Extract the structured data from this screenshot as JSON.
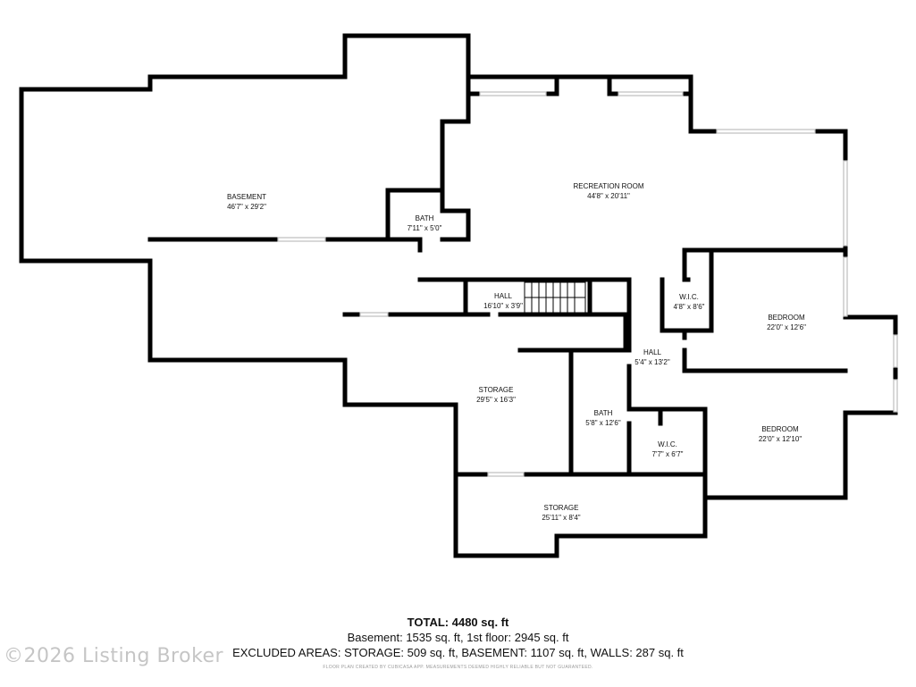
{
  "rooms": [
    {
      "id": "basement",
      "name": "BASEMENT",
      "dims": "46'7\" x 29'2\""
    },
    {
      "id": "recreation",
      "name": "RECREATION ROOM",
      "dims": "44'8\" x 20'11\""
    },
    {
      "id": "bath1",
      "name": "BATH",
      "dims": "7'11\" x 5'0\""
    },
    {
      "id": "hall1",
      "name": "HALL",
      "dims": "16'10\" x 3'9\""
    },
    {
      "id": "wic1",
      "name": "W.I.C.",
      "dims": "4'8\" x 8'6\""
    },
    {
      "id": "bedroom1",
      "name": "BEDROOM",
      "dims": "22'0\" x 12'6\""
    },
    {
      "id": "hall2",
      "name": "HALL",
      "dims": "5'4\" x 13'2\""
    },
    {
      "id": "storage1",
      "name": "STORAGE",
      "dims": "29'5\" x 16'3\""
    },
    {
      "id": "bath2",
      "name": "BATH",
      "dims": "5'8\" x 12'6\""
    },
    {
      "id": "wic2",
      "name": "W.I.C.",
      "dims": "7'7\" x 6'7\""
    },
    {
      "id": "bedroom2",
      "name": "BEDROOM",
      "dims": "22'0\" x 12'10\""
    },
    {
      "id": "storage2",
      "name": "STORAGE",
      "dims": "25'11\" x 8'4\""
    }
  ],
  "totals": {
    "total": "TOTAL: 4480 sq. ft",
    "floors": "Basement: 1535 sq. ft, 1st floor: 2945 sq. ft",
    "excluded": "EXCLUDED AREAS: STORAGE: 509 sq. ft, BASEMENT: 1107 sq. ft, WALLS: 287 sq. ft"
  },
  "disclaimer": "FLOOR PLAN CREATED BY CUBICASA APP. MEASUREMENTS DEEMED HIGHLY RELIABLE BUT NOT GUARANTEED.",
  "watermark": "©2026 Listing Broker"
}
